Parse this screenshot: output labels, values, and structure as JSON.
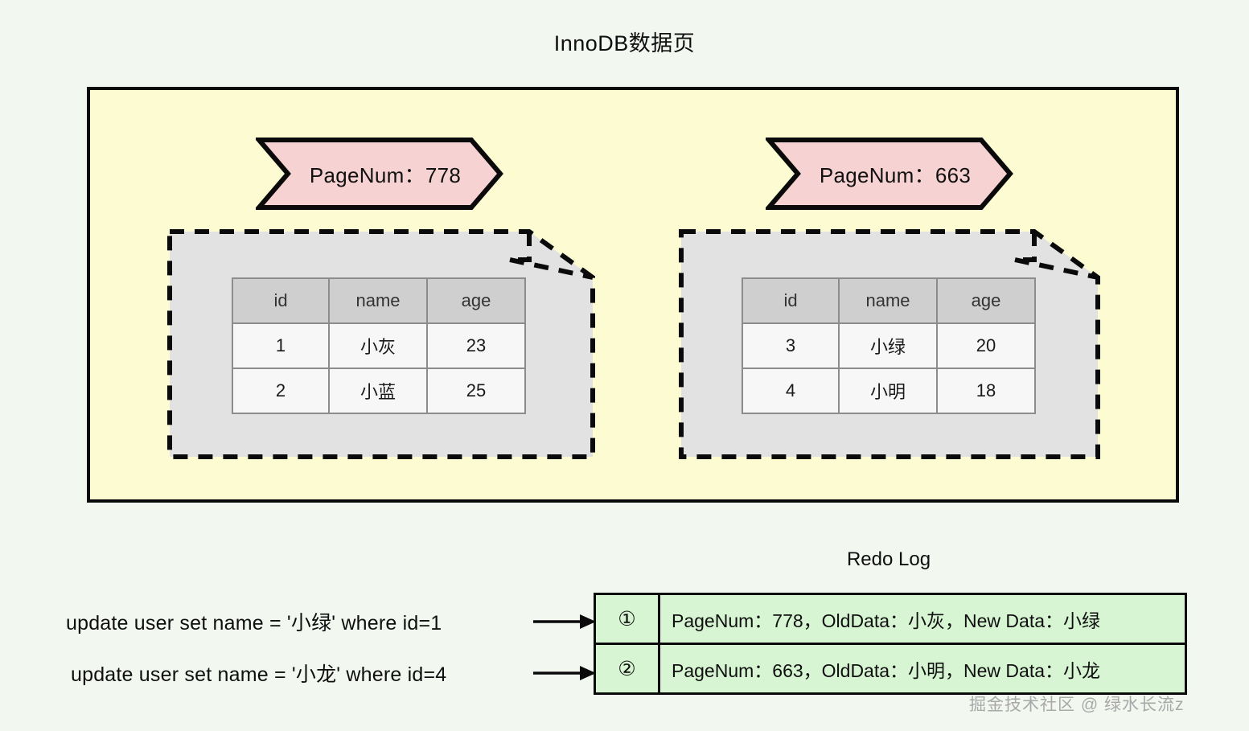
{
  "diagram": {
    "title": "InnoDB数据页",
    "watermark": "掘金技术社区 @ 绿水长流z",
    "colors": {
      "background": "#f2f7f0",
      "page_fill": "#fcfbd2",
      "banner_fill": "#f6d2d2",
      "note_fill": "#e2e2e2",
      "table_header_fill": "#cfcfcf",
      "table_cell_fill": "#f7f7f7",
      "redo_fill": "#d7f5d3",
      "stroke": "#0a0a0a"
    }
  },
  "pages": [
    {
      "banner_label": "PageNum：778",
      "table": {
        "headers": [
          "id",
          "name",
          "age"
        ],
        "rows": [
          [
            "1",
            "小灰",
            "23"
          ],
          [
            "2",
            "小蓝",
            "25"
          ]
        ]
      }
    },
    {
      "banner_label": "PageNum：663",
      "table": {
        "headers": [
          "id",
          "name",
          "age"
        ],
        "rows": [
          [
            "3",
            "小绿",
            "20"
          ],
          [
            "4",
            "小明",
            "18"
          ]
        ]
      }
    }
  ],
  "redo_log": {
    "title": "Redo Log",
    "entries": [
      {
        "index": "①",
        "text": "PageNum：778，OldData：小灰，New Data：小绿"
      },
      {
        "index": "②",
        "text": "PageNum：663，OldData：小明，New Data：小龙"
      }
    ]
  },
  "statements": [
    {
      "text": "update user set name = '小绿' where id=1"
    },
    {
      "text": "update user set name = '小龙' where id=4"
    }
  ]
}
